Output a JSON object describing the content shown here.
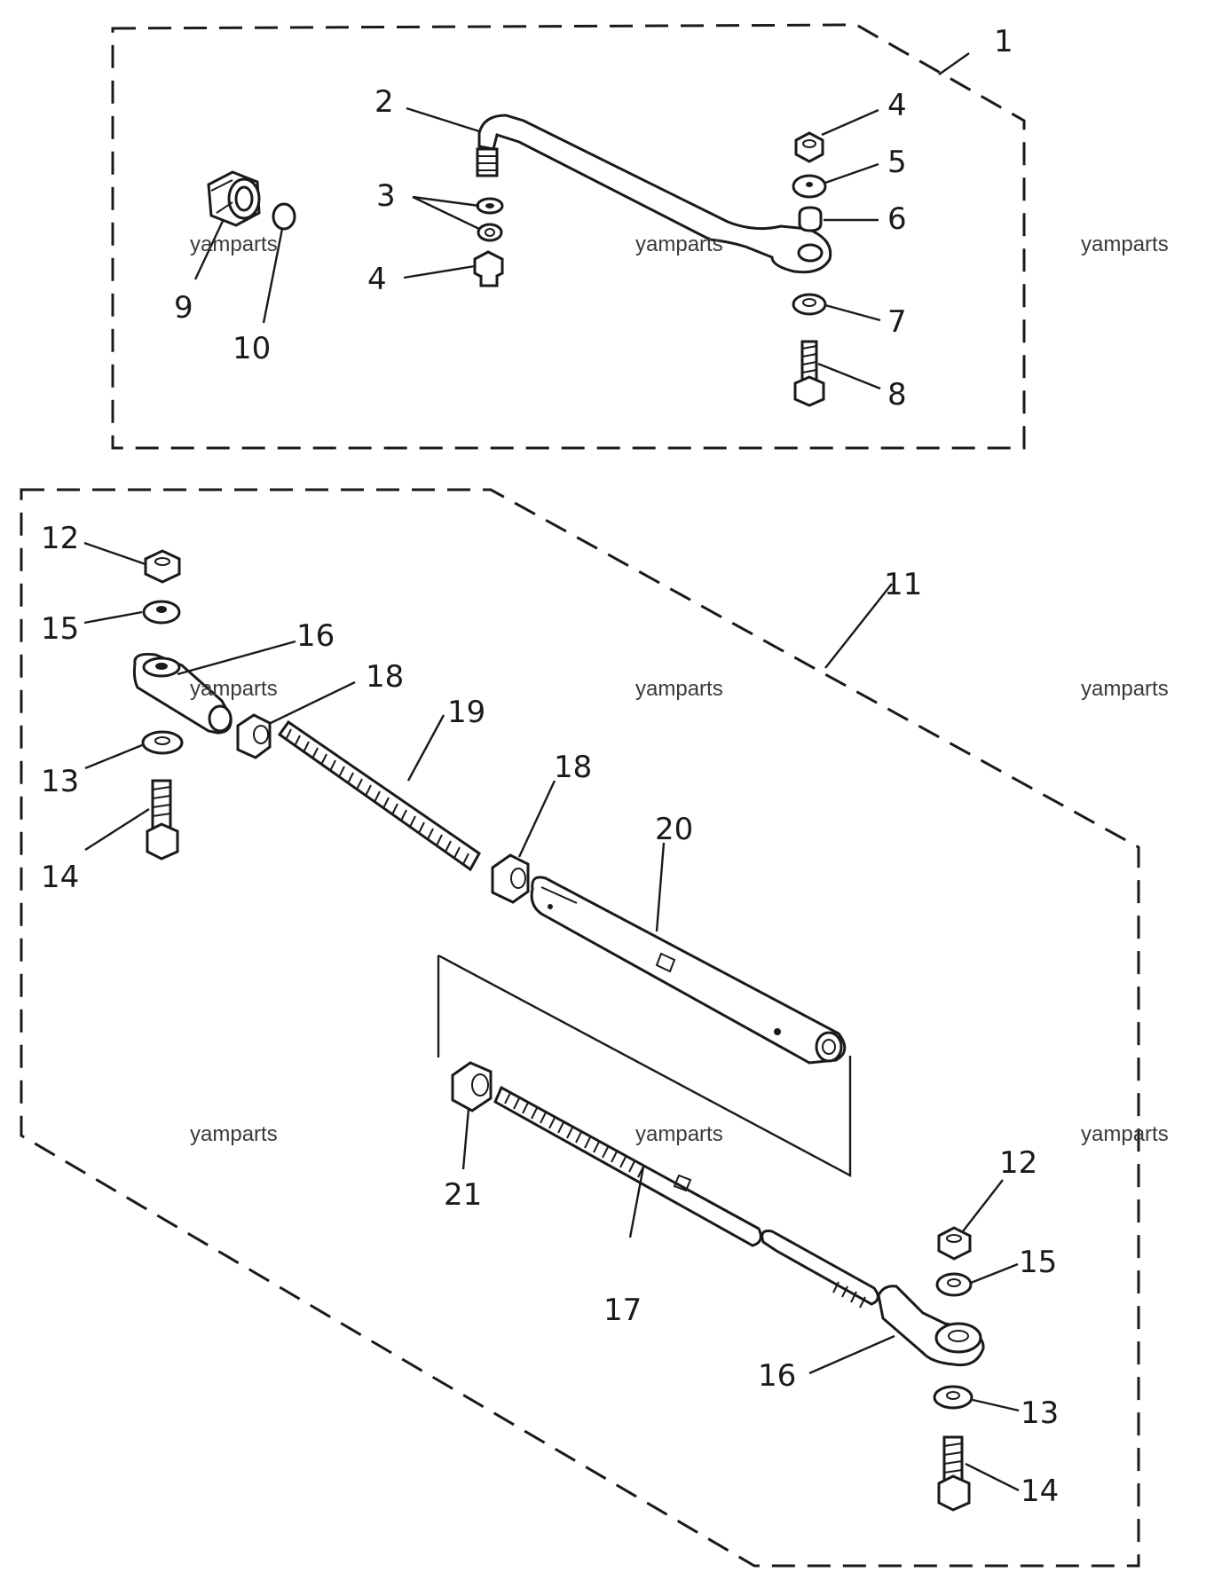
{
  "callouts": {
    "c1": "1",
    "c2": "2",
    "c3": "3",
    "c4a": "4",
    "c4b": "4",
    "c5": "5",
    "c6": "6",
    "c7": "7",
    "c8": "8",
    "c9": "9",
    "c10": "10",
    "c11": "11",
    "c12a": "12",
    "c15a": "15",
    "c16a": "16",
    "c18a": "18",
    "c19": "19",
    "c13a": "13",
    "c14a": "14",
    "c18b": "18",
    "c20": "20",
    "c21": "21",
    "c17": "17",
    "c12b": "12",
    "c15b": "15",
    "c16b": "16",
    "c13b": "13",
    "c14b": "14"
  },
  "watermark": {
    "w1": "yamparts",
    "w2": "yamparts",
    "w3": "yamparts",
    "w4": "yamparts",
    "w5": "yamparts",
    "w6": "yamparts",
    "w7": "yamparts",
    "w8": "yamparts",
    "w9": "yamparts"
  },
  "colors": {
    "line": "#1a1a1a",
    "background": "#ffffff",
    "watermark": "#3a3a3a"
  }
}
